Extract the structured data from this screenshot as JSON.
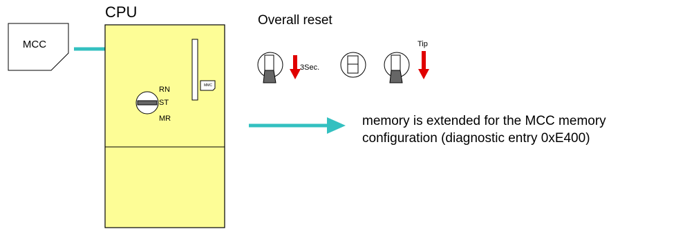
{
  "cpu_title": "CPU",
  "reset_title": "Overall reset",
  "mcc_card_label": "MCC",
  "mmc_slot_label": "MMC",
  "mode_switch": {
    "rn": "RN",
    "st": "ST",
    "mr": "MR"
  },
  "hold_label": "3Sec.",
  "tip_label": "Tip",
  "result_text": "memory is extended for the MCC memory configuration (diagnostic entry 0xE400)",
  "colors": {
    "cpu_body": "#fdfd96",
    "arrow_teal": "#33c0c0",
    "arrow_red": "#e00000",
    "switch_lever": "#666666",
    "outline": "#000000"
  },
  "icons": [
    "mcc-card-icon",
    "key-switch-icon",
    "toggle-switch-icon",
    "down-arrow-icon",
    "right-arrow-icon"
  ]
}
